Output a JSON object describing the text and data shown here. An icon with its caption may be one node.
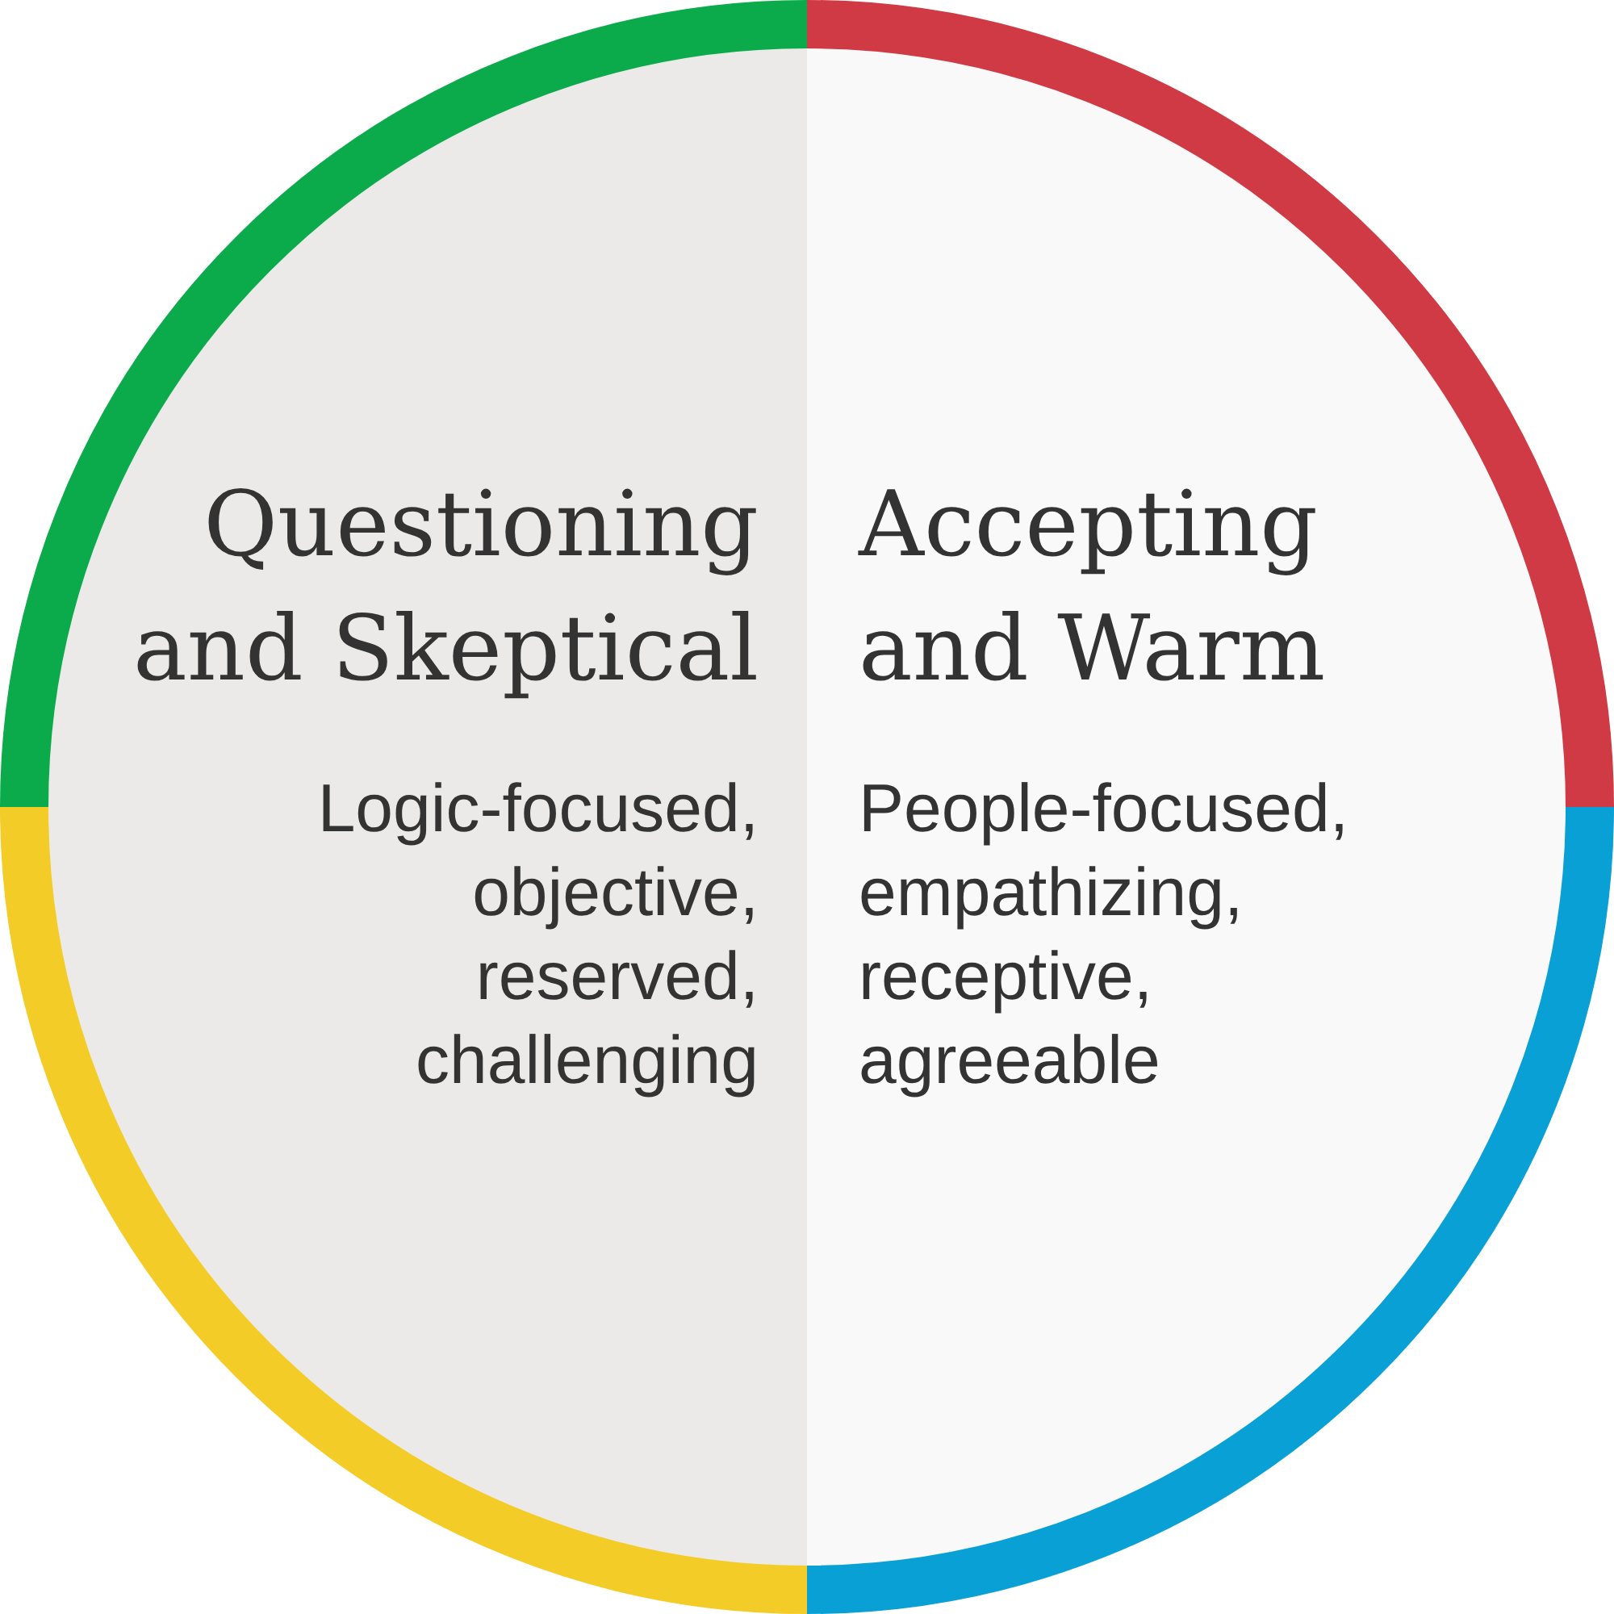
{
  "diagram": {
    "nodes": [
      {
        "text": [
          "Questioning and Skeptical",
          "Logic-focused, objective, reserved, challenging"
        ]
      },
      {
        "text": [
          "Accepting and Warm",
          "People-focused, empathizing, receptive, agreeable"
        ]
      }
    ]
  }
}
